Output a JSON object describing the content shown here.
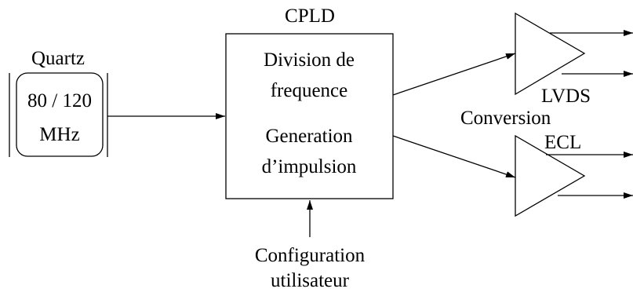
{
  "quartz": {
    "title": "Quartz",
    "freq_line1": "80 / 120",
    "freq_line2": "MHz"
  },
  "cpld": {
    "title": "CPLD",
    "division_line1": "Division de",
    "division_line2": "frequence",
    "generation_line1": "Generation",
    "generation_line2": "d’impulsion"
  },
  "configuration": {
    "line1": "Configuration",
    "line2": "utilisateur"
  },
  "outputs": {
    "lvds": "LVDS",
    "conversion": "Conversion",
    "ecl": "ECL"
  }
}
